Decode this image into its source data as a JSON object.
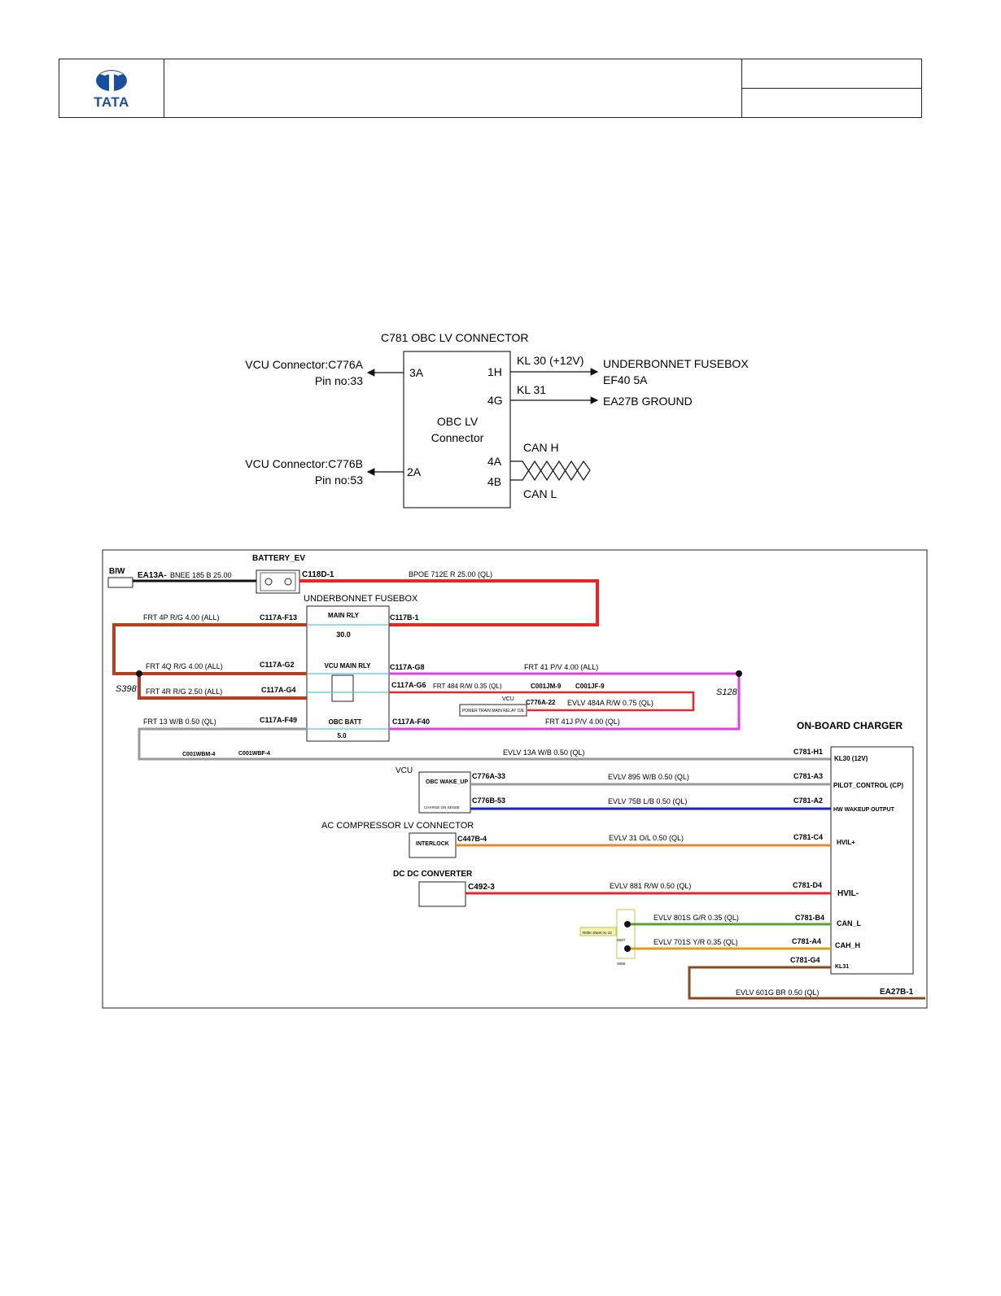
{
  "header": {
    "logo_text": "TATA",
    "brand_color": "#1a4f9c"
  },
  "obc_connector": {
    "title": "C781 OBC LV CONNECTOR",
    "box_label_1": "OBC LV",
    "box_label_2": "Connector",
    "pins": {
      "p3a": "3A",
      "p2a": "2A",
      "p1h": "1H",
      "p4g": "4G",
      "p4a": "4A",
      "p4b": "4B"
    },
    "left": [
      {
        "line1": "VCU Connector:C776A",
        "line2": "Pin no:33"
      },
      {
        "line1": "VCU Connector:C776B",
        "line2": "Pin no:53"
      }
    ],
    "right": {
      "kl30": "KL 30 (+12V)",
      "fusebox1": "UNDERBONNET FUSEBOX",
      "fusebox2": "EF40 5A",
      "kl31": "KL 31",
      "ground": "EA27B GROUND",
      "canh": "CAN H",
      "canl": "CAN L"
    }
  },
  "wiring": {
    "biw": "BIW",
    "battery_ev": "BATTERY_EV",
    "ea13a": "EA13A-",
    "bnee": "BNEE   185   B   25.00",
    "c118d": "C118D-1",
    "bpoe": "BPOE   712E   R   25.00   (QL)",
    "fusebox": "UNDERBONNET FUSEBOX",
    "frt4p": "FRT   4P   R/G   4.00   (ALL)",
    "c117af13": "C117A-F13",
    "main_rly": "MAIN RLY",
    "main_rly_val": "30.0",
    "c117b1": "C117B-1",
    "frt4q": "FRT   4Q   R/G   4.00   (ALL)",
    "c117ag2": "C117A-G2",
    "vcu_main_rly": "VCU MAIN RLY",
    "c117ag8": "C117A-G8",
    "frt41": "FRT   41   P/V   4.00   (ALL)",
    "s398": "S398",
    "frt4r": "FRT   4R   R/G   2.50   (ALL)",
    "c117ag4": "C117A-G4",
    "c117ag6": "C117A-G6",
    "frt484": "FRT   484   R/W   0.35   (QL)",
    "c001jm9": "C001JM-9",
    "c001jf9": "C001JF-9",
    "s128": "S128",
    "vcu_small": "VCU",
    "c776a22": "C776A-22",
    "evlv484a": "EVLV   484A   R/W   0.75   (QL)",
    "ptmr": "POWER TRAIN MAIN RELAY O/E",
    "frt13": "FRT   13   W/B   0.50   (QL)",
    "c117af49": "C117A-F49",
    "obc_batt": "OBC BATT",
    "obc_batt_val": "5.0",
    "c117af40": "C117A-F40",
    "frt41j": "FRT   41J   P/V   4.00   (QL)",
    "onboard": "ON-BOARD CHARGER",
    "c001wbm4": "C001WBM-4",
    "c001wbf4": "C001WBF-4",
    "evlv13a": "EVLV   13A   W/B   0.50   (QL)",
    "c781h1": "C781-H1",
    "kl30": "KL30 (12V)",
    "vcu": "VCU",
    "obc_wake": "OBC WAKE_UP",
    "charge_sense": "CHARGE ON SENSE",
    "c776a33": "C776A-33",
    "evlv895": "EVLV   895   W/B   0.50   (QL)",
    "c781a3": "C781-A3",
    "pilot": "PILOT_CONTROL (CP)",
    "c776b53": "C776B-53",
    "evlv75b": "EVLV   75B   L/B   0.50   (QL)",
    "c781a2": "C781-A2",
    "hw_wakeup": "HW WAKEUP OUTPUT",
    "ac_comp": "AC COMPRESSOR LV CONNECTOR",
    "interlock": "INTERLOCK",
    "c447b4": "C447B-4",
    "evlv31": "EVLV   31   O/L   0.50   (QL)",
    "c781c4": "C781-C4",
    "hvil_plus": "HVIL+",
    "dcdc": "DC DC CONVERTER",
    "c4923": "C492-3",
    "evlv881": "EVLV   881   R/W   0.50   (QL)",
    "c781d4": "C781-D4",
    "hvil_minus": "HVIL-",
    "twist_note": "Refer sheet no 12",
    "evlv801s": "EVLV   801S   G/R   0.35   (QL)",
    "c781b4": "C781-B4",
    "can_l": "CAN_L",
    "evlv701s": "EVLV   701S   Y/R   0.35   (QL)",
    "c781a4": "C781-A4",
    "cah_h": "CAH_H",
    "c781g4": "C781-G4",
    "kl31": "KL31",
    "evlv601g": "EVLV   601G   BR   0.50   (QL)",
    "ea27b1": "EA27B-1",
    "s507": "S507",
    "s508": "S508"
  },
  "colors": {
    "red": "#e8262a",
    "brown_red": "#b5401f",
    "magenta": "#e040e0",
    "grey": "#9a9a9a",
    "blue": "#1a22c8",
    "orange": "#e58a2a",
    "green": "#5aa02c",
    "yellow": "#d9a020",
    "brown": "#8b4a1c",
    "cyan": "#5cc8d8"
  }
}
